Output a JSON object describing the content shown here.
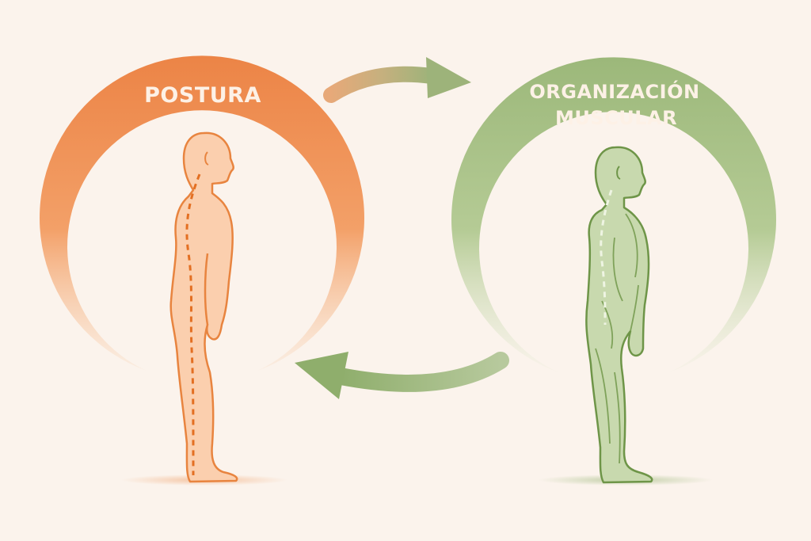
{
  "left": {
    "title": "POSTURA",
    "color": "#ee8a4c",
    "color_light": "#f6b584",
    "figure_fill": "#fbcfae",
    "figure_stroke": "#e8843f",
    "spine_color": "#e36f22"
  },
  "right": {
    "title_line1": "ORGANIZACIÓN",
    "title_line2": "MUSCULAR",
    "color": "#a3bd82",
    "color_light": "#cad9b2",
    "figure_fill": "#c8d9ae",
    "figure_stroke": "#6e9548",
    "spine_color": "#e9f0dc"
  },
  "arrows": {
    "top_direction": "left-to-right",
    "bottom_direction": "right-to-left"
  },
  "background": "#fbf3ec"
}
